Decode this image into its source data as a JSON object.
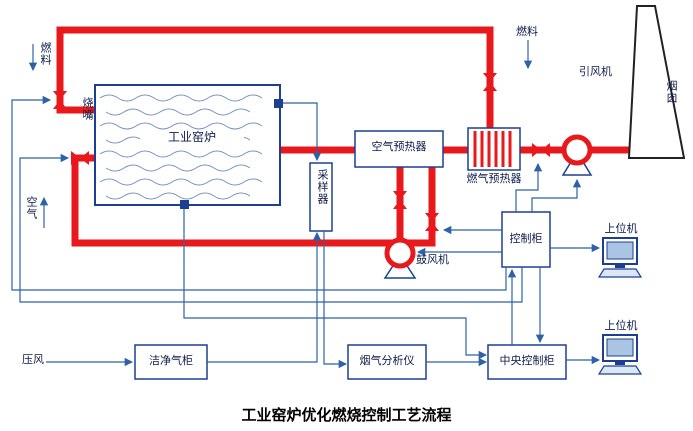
{
  "title": "工业窑炉优化燃烧控制工艺流程",
  "colors": {
    "pipe_red": "#e8191d",
    "signal_blue": "#2e62a8",
    "box_border_blue": "#1c3f94",
    "text_navy": "#0d1b4b"
  },
  "components": {
    "fuel_left": "燃料",
    "fuel_right": "燃料",
    "burner": "烧嘴",
    "air": "空气",
    "furnace": "工业窑炉",
    "sampler": "采样器",
    "air_preheater": "空气预热器",
    "gas_preheater": "燃气预热器",
    "induced_draft_fan": "引风机",
    "chimney": "烟囱",
    "blower": "鼓风机",
    "control_cabinet": "控制柜",
    "host_computer_top": "上位机",
    "host_computer_bottom": "上位机",
    "compressed_air": "压风",
    "clean_gas_cabinet": "洁净气柜",
    "flue_gas_analyzer": "烟气分析仪",
    "central_control_cabinet": "中央控制柜"
  }
}
